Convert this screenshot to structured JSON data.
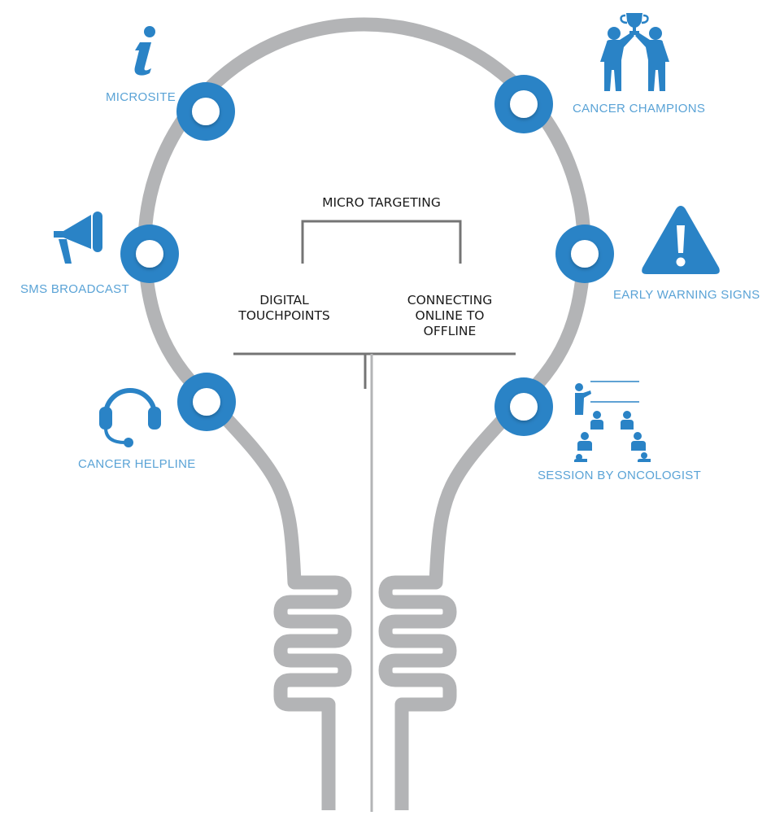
{
  "labels": {
    "microsite": "MICROSITE",
    "sms_broadcast": "SMS BROADCAST",
    "cancer_helpline": "CANCER HELPLINE",
    "cancer_champions": "CANCER CHAMPIONS",
    "early_warning_signs": "EARLY WARNING SIGNS",
    "session_by_oncologist": "SESSION BY ONCOLOGIST"
  },
  "center": {
    "micro_targeting": "MICRO TARGETING",
    "digital_touchpoints": [
      "DIGITAL",
      "TOUCHPOINTS"
    ],
    "connecting": [
      "CONNECTING",
      "ONLINE TO",
      "OFFLINE"
    ]
  },
  "icons": [
    "info-icon",
    "megaphone-icon",
    "headset-icon",
    "trophy-team-icon",
    "warning-icon",
    "presentation-icon"
  ],
  "colors": {
    "accent": "#2a83c6",
    "label": "#5aa3d6",
    "bulb": "#b3b4b6",
    "node": "#ffffff",
    "text": "#1a1a1a"
  }
}
